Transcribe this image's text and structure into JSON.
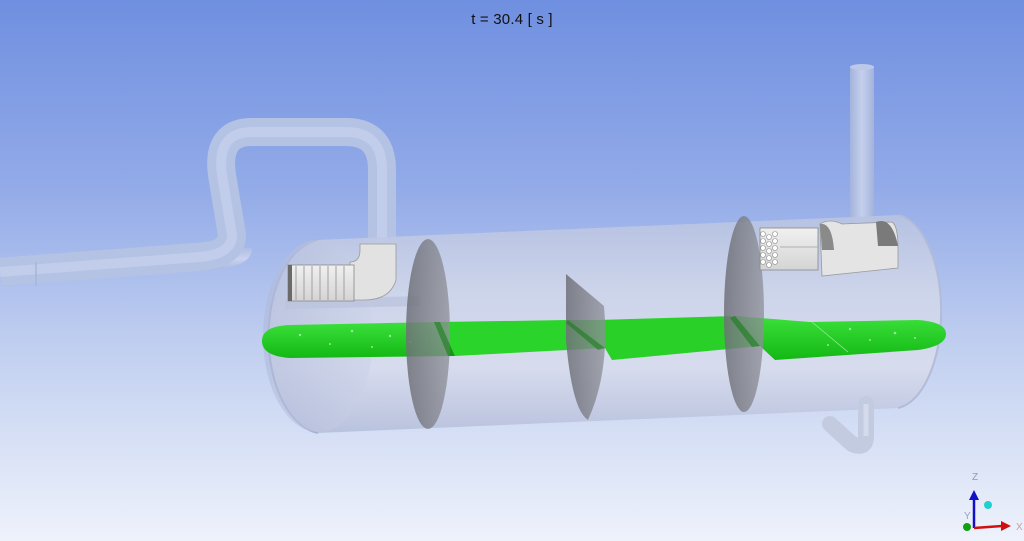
{
  "viewer": {
    "time_label": "t = 30.4 [ s ]",
    "time_value": 30.4,
    "time_unit": "s",
    "background_top": "#6f8fe0",
    "background_bottom": "#eef2fb"
  },
  "scene": {
    "objects": [
      {
        "name": "horizontal-separator-vessel",
        "color": "#c9d0e2"
      },
      {
        "name": "inlet-pipe",
        "color": "#bac7e4"
      },
      {
        "name": "gas-outlet-pipe",
        "color": "#bac7e4"
      },
      {
        "name": "liquid-outlet-pipe",
        "color": "#c3cbe0"
      },
      {
        "name": "inlet-diffuser-vane-pack",
        "color": "#e6e6e6"
      },
      {
        "name": "mist-eliminator-mesh-pad",
        "color": "#e0e0e0"
      },
      {
        "name": "baffle-plate",
        "count": 3,
        "color": "#7d7f86"
      },
      {
        "name": "liquid-free-surface",
        "color": "#22cc22"
      }
    ]
  },
  "axis_triad": {
    "z_label": "Z",
    "y_label": "Y",
    "x_label": "X",
    "z_color": "#1010c8",
    "x_color": "#d01010",
    "y_color": "#10a010",
    "view_point_color": "#20d0d0"
  }
}
